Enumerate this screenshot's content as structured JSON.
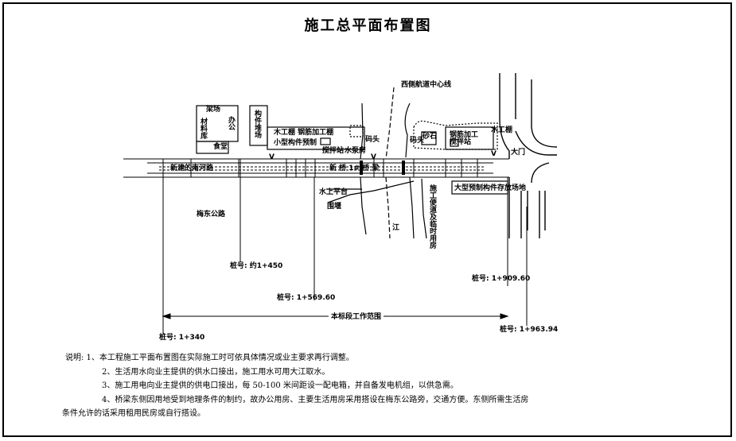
{
  "title": "施工总平面布置图",
  "labels": {
    "pier_axis": "西侧航道中心线",
    "beam_yard": "梁场",
    "steel_yard": "构件堆场",
    "warehouse": "材料库",
    "office": "办公",
    "canteen": "食堂",
    "rebar_shed": "木工棚 钢筋加工棚",
    "precast_small": "小型构件预制",
    "mixing_w": "搅拌站",
    "water_pump": "水泵房",
    "wharf_w": "码头",
    "road_new": "新建的南河路",
    "bridge": "新 桥 1# 桥 梁",
    "platform": "水上平台",
    "cofferdam": "围堰",
    "river": "江",
    "dock_e": "码头",
    "sand": "砂石",
    "mixing_e": "钢筋加工 搅拌站",
    "carpentry_e": "木工棚",
    "gate": "大门",
    "large_precast": "大型预制构件存放场地",
    "east_camp": "施工便道及临时用房",
    "meidong": "梅东公路",
    "v_marks": [
      "V",
      "V",
      "V"
    ]
  },
  "stations": {
    "s1": "桩号: 约1+450",
    "s2": "桩号: 1+569.60",
    "s3": "桩号: 1+909.60",
    "s4": "桩号: 1+340",
    "s5": "桩号: 1+963.94",
    "range": "本标段工作范围"
  },
  "notes": {
    "n1": "说明: 1、本工程施工平面布置图在实际施工时可依具体情况或业主要求再行调整。",
    "n2": "2、生活用水向业主提供的供水口接出，施工用水可用大江取水。",
    "n3": "3、施工用电向业主提供的供电口接出，每 50-100 米间距设一配电箱，并自备发电机组，以供急需。",
    "n4": "4、桥梁东侧因用地受到地理条件的制约，故办公用房、主要生活用房采用搭设在梅东公路旁，交通方便。东侧所需生活房",
    "n5": "条件允许的话采用租用民房或自行搭设。"
  }
}
